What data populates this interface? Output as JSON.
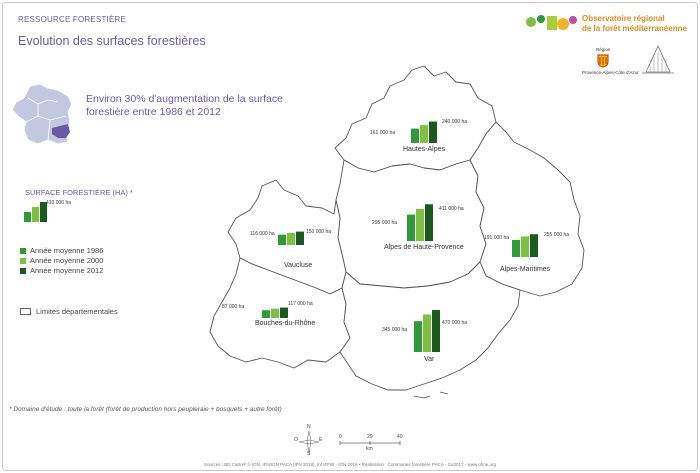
{
  "header": {
    "kicker": "RESSOURCE FORESTIÈRE",
    "title": "Evolution des surfaces forestières"
  },
  "intro": "Environ 30% d'augmentation de la surface forestière entre 1986 et 2012",
  "logo": {
    "line1": "Observatoire régional",
    "line2": "de la forêt méditerranéenne",
    "region_label": "Région",
    "region_sub": "Provence-Alpes-Côte d'Azur"
  },
  "legend": {
    "title": "SURFACE FORESTIÈRE (HA) *",
    "scale_value": "410 000 ha",
    "items": [
      {
        "label": "Année moyenne 1986",
        "color": "#2e9a3a"
      },
      {
        "label": "Année moyenne 2000",
        "color": "#7cc142"
      },
      {
        "label": "Année moyenne 2012",
        "color": "#1a5a1f"
      }
    ],
    "limits_label": "Limites départementales"
  },
  "departments": [
    {
      "name": "Hautes-Alpes",
      "min_label": "161 000 ha",
      "max_label": "240 000 ha",
      "values": [
        161000,
        200000,
        240000
      ]
    },
    {
      "name": "Alpes de Haute-Provence",
      "min_label": "295 000 ha",
      "max_label": "411 000 ha",
      "values": [
        295000,
        360000,
        411000
      ]
    },
    {
      "name": "Alpes-Maritimes",
      "min_label": "191 000 ha",
      "max_label": "255 000 ha",
      "values": [
        191000,
        230000,
        255000
      ]
    },
    {
      "name": "Vaucluse",
      "min_label": "116 000 ha",
      "max_label": "150 000 ha",
      "values": [
        116000,
        135000,
        150000
      ]
    },
    {
      "name": "Bouches-du-Rhône",
      "min_label": "87 000 ha",
      "max_label": "117 000 ha",
      "values": [
        87000,
        105000,
        117000
      ]
    },
    {
      "name": "Var",
      "min_label": "345 000 ha",
      "max_label": "470 000 ha",
      "values": [
        345000,
        420000,
        470000
      ]
    }
  ],
  "footnote": "* Domaine d'étude : toute la forêt (forêt de production hors peupleraie + bosquets + autre forêt)",
  "scale_bar": {
    "ticks": [
      "0",
      "20",
      "40"
    ],
    "unit": "km"
  },
  "compass": {
    "n": "N",
    "e": "E",
    "s": "S",
    "o": "O"
  },
  "sources": "Sources : BD Carto® © IGN, IFN/IGN PACA (IFN 2018), Inf IFFIB - IGN 2016 • Réalisation : Communes forestière PACA - 11/2017 - www.ofme.org",
  "colors": {
    "accent": "#6a5aa6",
    "y1986": "#2e9a3a",
    "y2000": "#7cc142",
    "y2012": "#1a5a1f",
    "border": "#555555"
  }
}
